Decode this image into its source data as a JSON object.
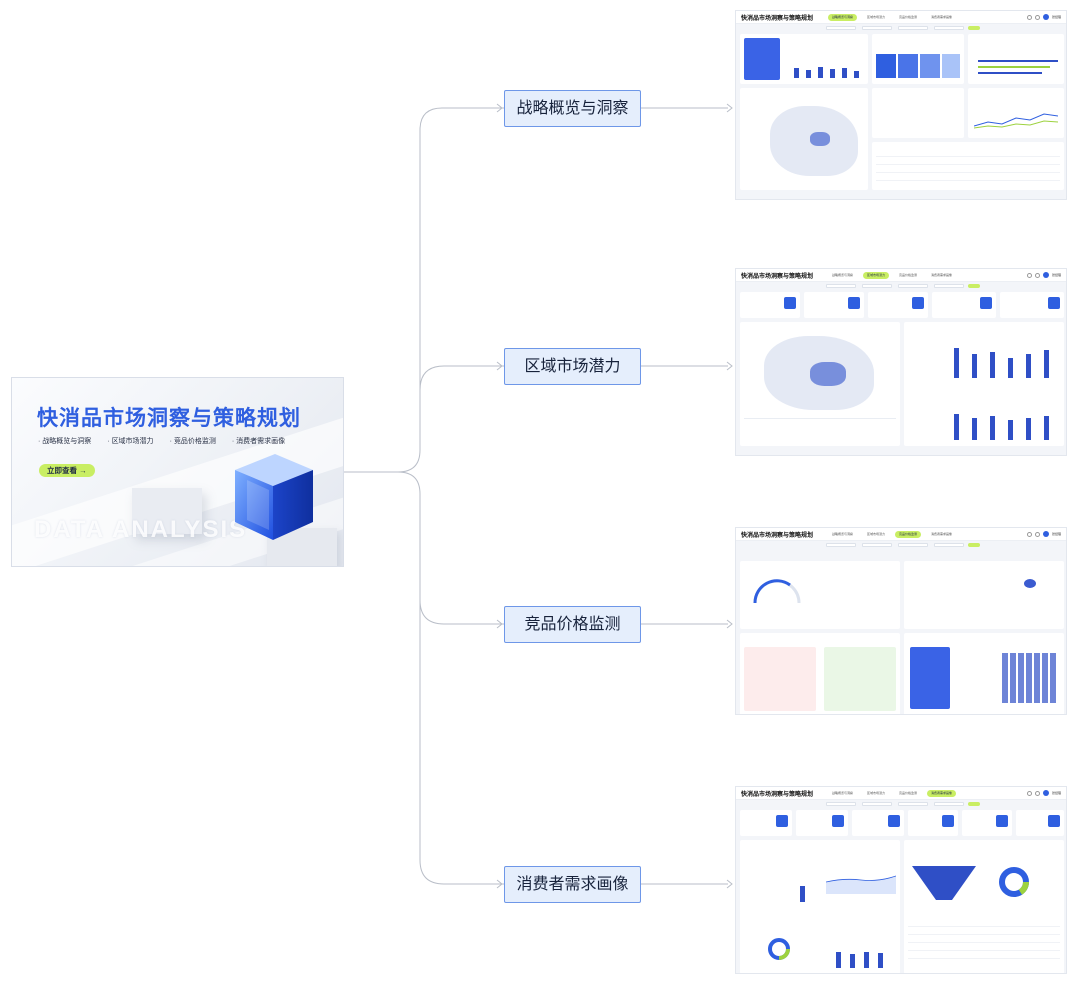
{
  "cover": {
    "title": "快消品市场洞察与策略规划",
    "tags": [
      "战略概览与洞察",
      "区域市场潜力",
      "竞品价格监测",
      "消费者需求画像"
    ],
    "button_label": "立即查看 →",
    "watermark": "DATA ANALYSIS"
  },
  "branches": [
    {
      "label": "战略概览与洞察"
    },
    {
      "label": "区域市场潜力"
    },
    {
      "label": "竞品价格监测"
    },
    {
      "label": "消费者需求画像"
    }
  ],
  "dashboard": {
    "title": "快消品市场洞察与策略规划",
    "tabs": [
      "战略概览与洞察",
      "区域市场潜力",
      "竞品价格监测",
      "消费者需求画像"
    ],
    "user": "张经理",
    "query_label": "查询"
  },
  "colors": {
    "accent_blue": "#2f5fe0",
    "lime": "#c9ee63",
    "branch_fill": "#e5eefc",
    "branch_border": "#6e97e8",
    "connector": "#b9bec8"
  }
}
